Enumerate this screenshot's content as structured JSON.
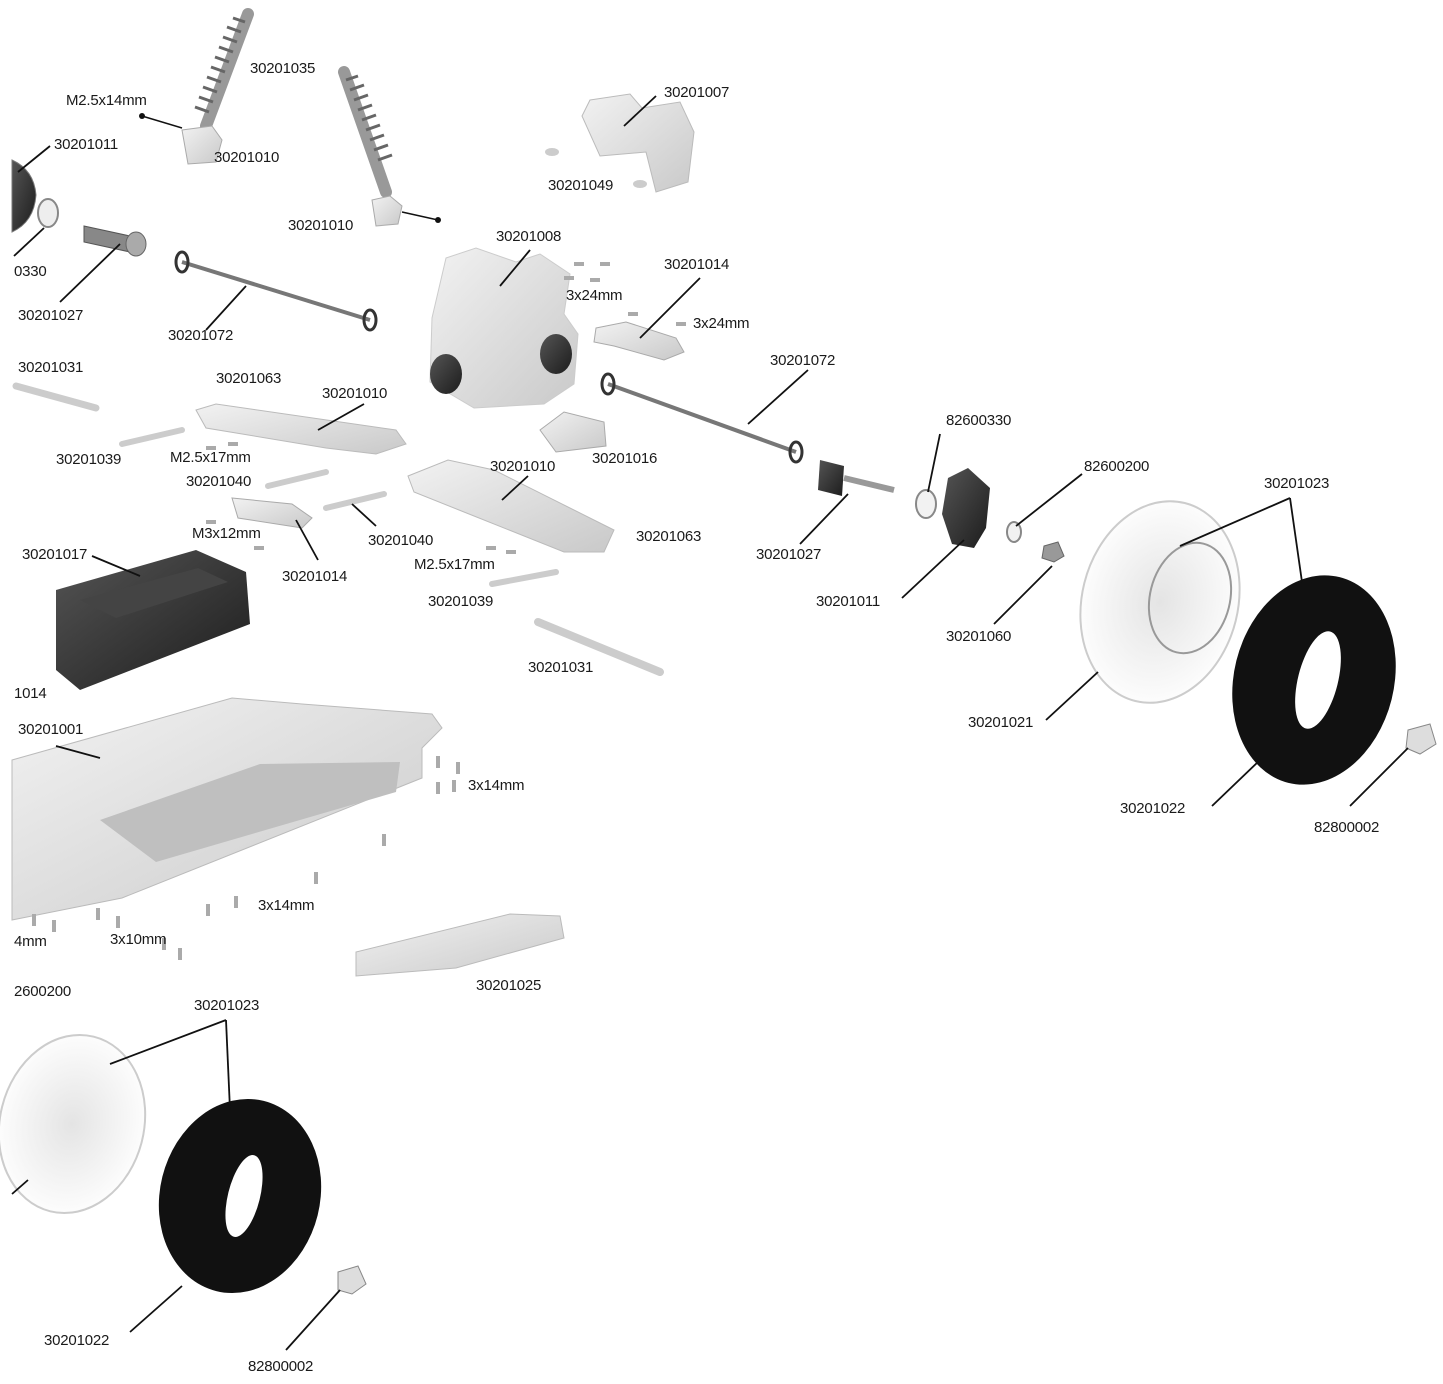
{
  "diagram": {
    "labels": [
      {
        "id": "l01",
        "text": "30201035"
      },
      {
        "id": "l02",
        "text": "M2.5x14mm"
      },
      {
        "id": "l03",
        "text": "30201011"
      },
      {
        "id": "l04",
        "text": "30201010"
      },
      {
        "id": "l05",
        "text": "30201007"
      },
      {
        "id": "l06",
        "text": "30201049"
      },
      {
        "id": "l07",
        "text": "30201010"
      },
      {
        "id": "l08",
        "text": "30201008"
      },
      {
        "id": "l09",
        "text": "0330"
      },
      {
        "id": "l10",
        "text": "30201014"
      },
      {
        "id": "l11",
        "text": "3x24mm"
      },
      {
        "id": "l12",
        "text": "30201027"
      },
      {
        "id": "l13",
        "text": "3x24mm"
      },
      {
        "id": "l14",
        "text": "30201072"
      },
      {
        "id": "l15",
        "text": "30201072"
      },
      {
        "id": "l16",
        "text": "30201031"
      },
      {
        "id": "l17",
        "text": "30201063"
      },
      {
        "id": "l18",
        "text": "30201010"
      },
      {
        "id": "l19",
        "text": "82600330"
      },
      {
        "id": "l20",
        "text": "30201039"
      },
      {
        "id": "l21",
        "text": "M2.5x17mm"
      },
      {
        "id": "l22",
        "text": "30201010"
      },
      {
        "id": "l23",
        "text": "30201016"
      },
      {
        "id": "l24",
        "text": "82600200"
      },
      {
        "id": "l25",
        "text": "30201040"
      },
      {
        "id": "l26",
        "text": "30201023"
      },
      {
        "id": "l27",
        "text": "M3x12mm"
      },
      {
        "id": "l28",
        "text": "30201040"
      },
      {
        "id": "l29",
        "text": "30201063"
      },
      {
        "id": "l30",
        "text": "30201027"
      },
      {
        "id": "l31",
        "text": "30201017"
      },
      {
        "id": "l32",
        "text": "M2.5x17mm"
      },
      {
        "id": "l33",
        "text": "30201014"
      },
      {
        "id": "l34",
        "text": "30201039"
      },
      {
        "id": "l35",
        "text": "30201011"
      },
      {
        "id": "l36",
        "text": "30201060"
      },
      {
        "id": "l37",
        "text": "30201031"
      },
      {
        "id": "l38",
        "text": "1014"
      },
      {
        "id": "l39",
        "text": "30201021"
      },
      {
        "id": "l40",
        "text": "30201001"
      },
      {
        "id": "l41",
        "text": "3x14mm"
      },
      {
        "id": "l42",
        "text": "30201022"
      },
      {
        "id": "l43",
        "text": "82800002"
      },
      {
        "id": "l44",
        "text": "3x14mm"
      },
      {
        "id": "l45",
        "text": "4mm"
      },
      {
        "id": "l46",
        "text": "3x10mm"
      },
      {
        "id": "l47",
        "text": "30201025"
      },
      {
        "id": "l48",
        "text": "2600200"
      },
      {
        "id": "l49",
        "text": "30201023"
      },
      {
        "id": "l50",
        "text": "30201022"
      },
      {
        "id": "l51",
        "text": "82800002"
      }
    ]
  }
}
